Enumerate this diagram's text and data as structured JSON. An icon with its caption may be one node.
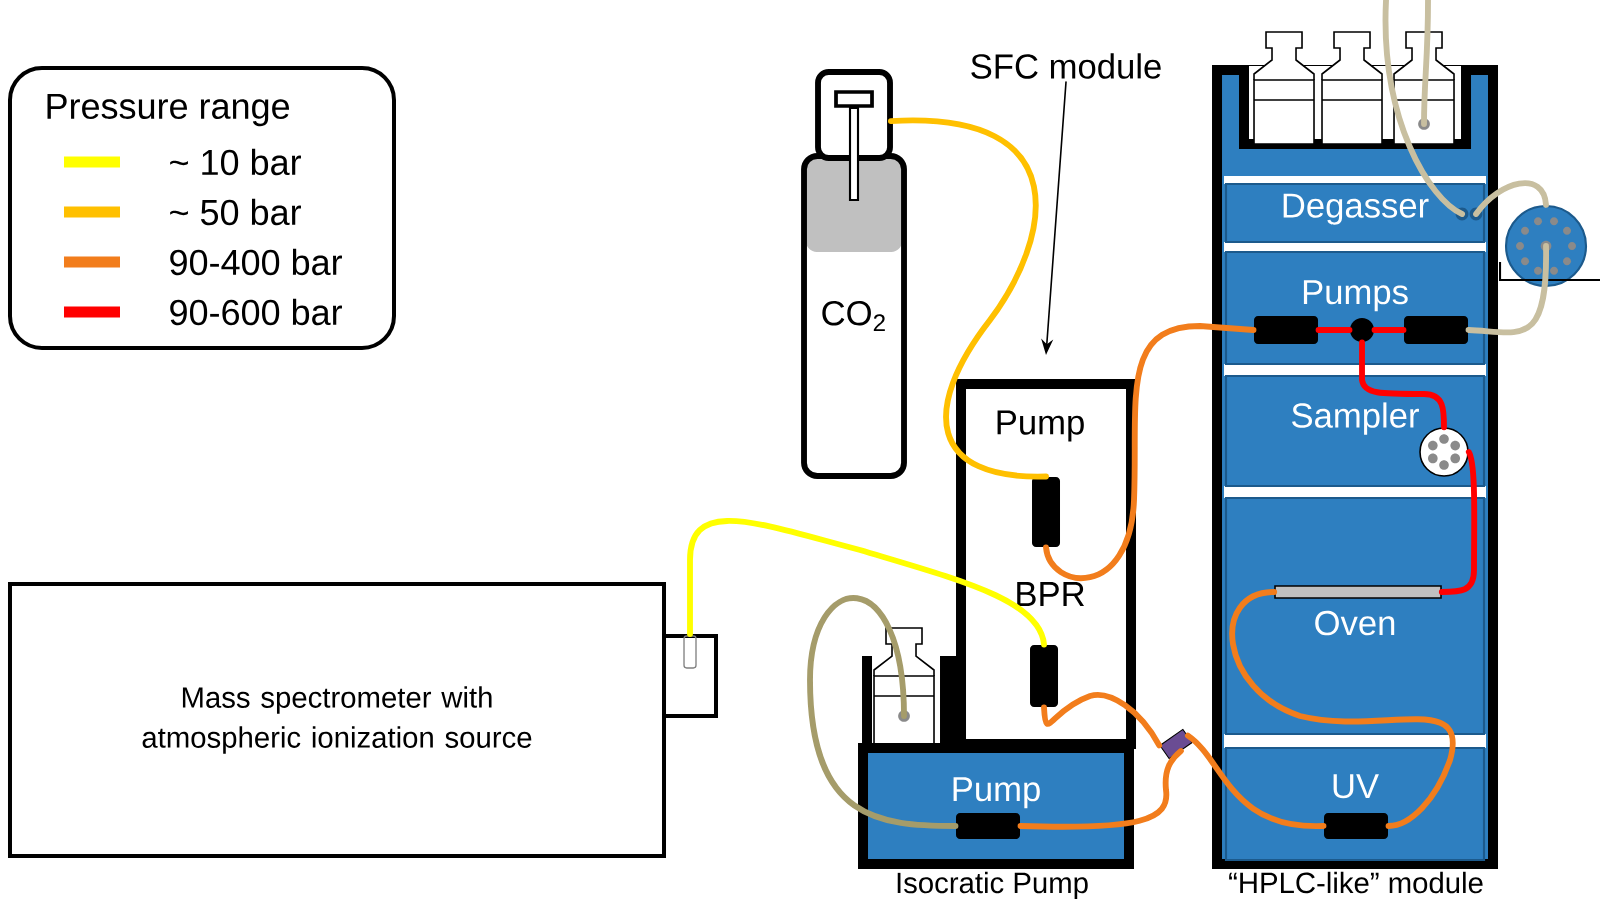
{
  "diagram": {
    "nodes": [
      {
        "text": [
          "SFC module"
        ]
      },
      {
        "text": [
          "CO$_{2}$"
        ]
      },
      {
        "text": [],
        "shape": "box"
      },
      {
        "text": [],
        "shape": "bar",
        "in": 2,
        "beside": [
          "Pump"
        ]
      },
      {
        "text": [],
        "shape": "bar",
        "in": 2,
        "beside": [
          "BPR"
        ]
      },
      {
        "text": [],
        "shape": "bottle"
      },
      {
        "text": [
          "Pump"
        ],
        "beside": [
          "Isocratic Pump"
        ]
      },
      {
        "text": [],
        "shape": "bar",
        "in": 6
      },
      {
        "text": [],
        "shape": "box"
      },
      {
        "text": [],
        "shape": "box",
        "beside": [
          "“HPLC-like” module"
        ]
      },
      {
        "text": [],
        "shape": "bottle",
        "in": 9
      },
      {
        "text": [],
        "shape": "bottle",
        "in": 9
      },
      {
        "text": [],
        "shape": "bottle",
        "in": 9
      },
      {
        "text": [
          "Degasser"
        ],
        "in": 9
      },
      {
        "text": [
          "Pumps"
        ],
        "in": 9
      },
      {
        "text": [],
        "shape": "bar",
        "in": 14
      },
      {
        "text": [],
        "shape": "circle",
        "in": 14
      },
      {
        "text": [],
        "shape": "bar",
        "in": 14
      },
      {
        "text": [
          "Sampler"
        ],
        "in": 9
      },
      {
        "text": [],
        "shape": "circle",
        "in": 18
      },
      {
        "text": [
          "Oven"
        ],
        "in": 9
      },
      {
        "text": [],
        "shape": "bar",
        "in": 20
      },
      {
        "text": [
          "UV"
        ],
        "in": 9
      },
      {
        "text": [],
        "shape": "bar",
        "in": 22
      },
      {
        "text": [],
        "shape": "circle"
      },
      {
        "text": [
          "Mass spectrometer with atmospheric ionization source"
        ]
      },
      {
        "text": [],
        "shape": "box"
      }
    ],
    "edges": [
      {
        "from": 0,
        "to": 2,
        "arrow": "to",
        "color": "#000000"
      },
      {
        "from": 1,
        "to": 3,
        "arrow": "none",
        "color": "#ffc000"
      },
      {
        "from": 3,
        "to": 15,
        "arrow": "none"
      },
      {
        "from": 15,
        "to": 16,
        "arrow": "none",
        "color": "#ff0000"
      },
      {
        "from": 17,
        "to": 16,
        "arrow": "none",
        "color": "#ff0000"
      },
      {
        "from": 16,
        "to": 19,
        "arrow": "none",
        "color": "#ff0000"
      },
      {
        "from": 19,
        "to": 21,
        "arrow": "none",
        "color": "#ff0000"
      },
      {
        "from": 21,
        "to": 23,
        "arrow": "none"
      },
      {
        "from": 23,
        "to": 8,
        "arrow": "none"
      },
      {
        "from": 7,
        "to": 8,
        "arrow": "none"
      },
      {
        "from": 8,
        "to": 4,
        "arrow": "none"
      },
      {
        "from": 4,
        "to": 26,
        "arrow": "none",
        "color": "#ffff00"
      },
      {
        "from": 5,
        "to": 7,
        "arrow": "none",
        "color": "#a59c6a"
      },
      {
        "from": null,
        "to": 12,
        "arrow": "none",
        "color": "#c8bfa0"
      },
      {
        "from": null,
        "to": 13,
        "arrow": "none",
        "color": "#c8bfa0"
      },
      {
        "from": 13,
        "to": 24,
        "arrow": "none",
        "color": "#c8bfa0"
      },
      {
        "from": 24,
        "to": 17,
        "arrow": "none",
        "color": "#c8bfa0"
      }
    ],
    "labels": [
      "Pressure range"
    ],
    "legend": [
      {
        "text": "~ 10 bar",
        "color": "#ffff00"
      },
      {
        "text": "~ 50 bar",
        "color": "#ffc000"
      },
      {
        "text": "90-400 bar",
        "color": "#f27d1c"
      },
      {
        "text": "90-600 bar",
        "color": "#ff0000"
      }
    ]
  }
}
